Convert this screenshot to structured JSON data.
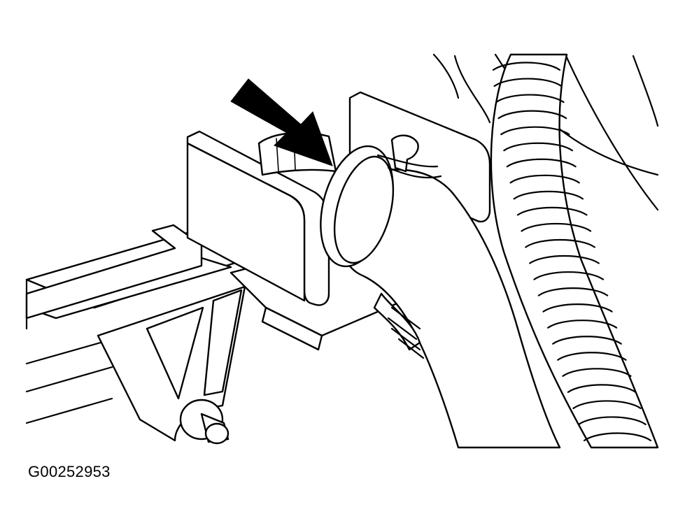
{
  "figure": {
    "code": "G00252953",
    "arrow": "black-pointer-arrow",
    "subject": "hose-clamp-on-pipe-fitting"
  }
}
